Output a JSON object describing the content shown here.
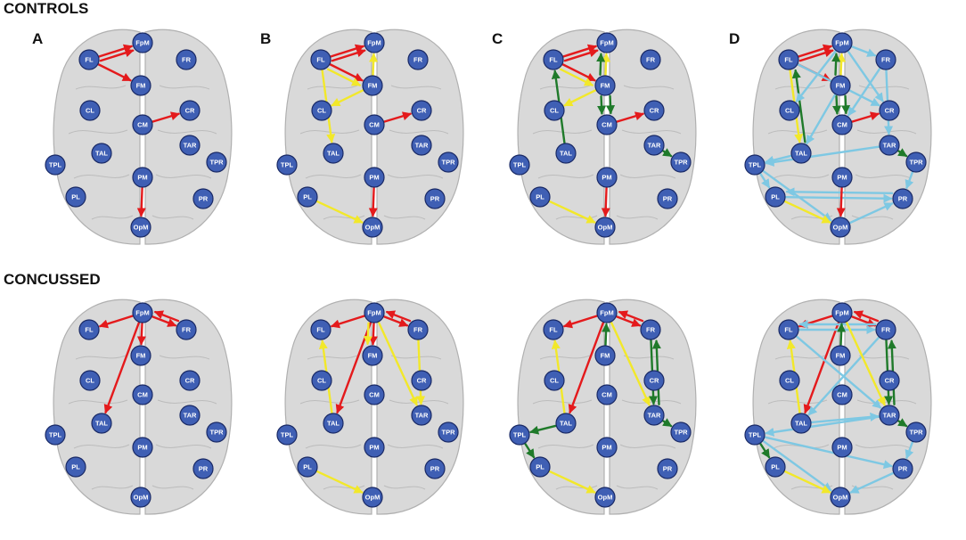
{
  "rows": [
    {
      "id": "controls",
      "title": "CONTROLS"
    },
    {
      "id": "concussed",
      "title": "CONCUSSED"
    }
  ],
  "panel_letters": [
    "A",
    "B",
    "C",
    "D"
  ],
  "colors": {
    "node_fill": "#3f5fb4",
    "node_stroke": "#1a2a66",
    "red": "#e41a1c",
    "yellow": "#f2e82a",
    "green": "#1f7a2a",
    "cyan": "#7ec8e3",
    "brain_fill": "#d9d9d9",
    "brain_stroke": "#b0b0b0"
  },
  "nodes": [
    {
      "id": "FpM",
      "label": "FpM"
    },
    {
      "id": "FL",
      "label": "FL"
    },
    {
      "id": "FR",
      "label": "FR"
    },
    {
      "id": "FM",
      "label": "FM"
    },
    {
      "id": "CL",
      "label": "CL"
    },
    {
      "id": "CM",
      "label": "CM"
    },
    {
      "id": "CR",
      "label": "CR"
    },
    {
      "id": "TAL",
      "label": "TAL"
    },
    {
      "id": "TAR",
      "label": "TAR"
    },
    {
      "id": "TPL",
      "label": "TPL"
    },
    {
      "id": "TPR",
      "label": "TPR"
    },
    {
      "id": "PM",
      "label": "PM"
    },
    {
      "id": "PL",
      "label": "PL"
    },
    {
      "id": "PR",
      "label": "PR"
    },
    {
      "id": "OpM",
      "label": "OpM"
    }
  ],
  "panels": [
    {
      "row": "controls",
      "letter": "A",
      "edges": [
        {
          "from": "FL",
          "to": "FpM",
          "color": "red"
        },
        {
          "from": "FL",
          "to": "FpM",
          "color": "red",
          "offset": 5
        },
        {
          "from": "FL",
          "to": "FM",
          "color": "red"
        },
        {
          "from": "CM",
          "to": "CR",
          "color": "red"
        },
        {
          "from": "PM",
          "to": "OpM",
          "color": "red"
        }
      ]
    },
    {
      "row": "controls",
      "letter": "B",
      "edges": [
        {
          "from": "FL",
          "to": "FpM",
          "color": "red"
        },
        {
          "from": "FL",
          "to": "FpM",
          "color": "red",
          "offset": 5
        },
        {
          "from": "FL",
          "to": "FM",
          "color": "red"
        },
        {
          "from": "FM",
          "to": "FpM",
          "color": "yellow"
        },
        {
          "from": "FL",
          "to": "FM",
          "color": "yellow",
          "offset": 6
        },
        {
          "from": "FL",
          "to": "TAL",
          "color": "yellow"
        },
        {
          "from": "FM",
          "to": "CL",
          "color": "yellow"
        },
        {
          "from": "CM",
          "to": "CR",
          "color": "red"
        },
        {
          "from": "PM",
          "to": "OpM",
          "color": "red"
        },
        {
          "from": "PL",
          "to": "OpM",
          "color": "yellow"
        }
      ]
    },
    {
      "row": "controls",
      "letter": "C",
      "edges": [
        {
          "from": "FL",
          "to": "FpM",
          "color": "red"
        },
        {
          "from": "FL",
          "to": "FpM",
          "color": "red",
          "offset": 5
        },
        {
          "from": "FL",
          "to": "FM",
          "color": "red"
        },
        {
          "from": "FM",
          "to": "FpM",
          "color": "yellow"
        },
        {
          "from": "FM",
          "to": "FpM",
          "color": "green",
          "offset": -6
        },
        {
          "from": "FL",
          "to": "FM",
          "color": "yellow",
          "offset": 6
        },
        {
          "from": "FM",
          "to": "CL",
          "color": "yellow"
        },
        {
          "from": "TAL",
          "to": "FL",
          "color": "green"
        },
        {
          "from": "FM",
          "to": "CM",
          "color": "green",
          "offset": -5
        },
        {
          "from": "FM",
          "to": "CM",
          "color": "green",
          "offset": 5
        },
        {
          "from": "CM",
          "to": "CR",
          "color": "red"
        },
        {
          "from": "TAR",
          "to": "TPR",
          "color": "green"
        },
        {
          "from": "PM",
          "to": "OpM",
          "color": "red"
        },
        {
          "from": "PL",
          "to": "OpM",
          "color": "yellow"
        }
      ]
    },
    {
      "row": "controls",
      "letter": "D",
      "edges": [
        {
          "from": "FL",
          "to": "FpM",
          "color": "red"
        },
        {
          "from": "FL",
          "to": "FpM",
          "color": "red",
          "offset": 5
        },
        {
          "from": "FL",
          "to": "FM",
          "color": "red"
        },
        {
          "from": "FpM",
          "to": "FR",
          "color": "cyan"
        },
        {
          "from": "FM",
          "to": "FpM",
          "color": "yellow"
        },
        {
          "from": "FM",
          "to": "FpM",
          "color": "green",
          "offset": -6
        },
        {
          "from": "FL",
          "to": "TAL",
          "color": "yellow"
        },
        {
          "from": "TAL",
          "to": "FL",
          "color": "green",
          "offset": 6
        },
        {
          "from": "FR",
          "to": "CM",
          "color": "cyan"
        },
        {
          "from": "FR",
          "to": "TAR",
          "color": "cyan"
        },
        {
          "from": "FpM",
          "to": "CR",
          "color": "cyan"
        },
        {
          "from": "FL",
          "to": "CR",
          "color": "cyan"
        },
        {
          "from": "FM",
          "to": "TAL",
          "color": "cyan"
        },
        {
          "from": "FpM",
          "to": "CL",
          "color": "cyan"
        },
        {
          "from": "CM",
          "to": "CR",
          "color": "red"
        },
        {
          "from": "FM",
          "to": "CM",
          "color": "green",
          "offset": -5
        },
        {
          "from": "FM",
          "to": "CM",
          "color": "green",
          "offset": 5
        },
        {
          "from": "TAR",
          "to": "TPR",
          "color": "green"
        },
        {
          "from": "TAR",
          "to": "TPL",
          "color": "cyan"
        },
        {
          "from": "TAL",
          "to": "TPL",
          "color": "cyan"
        },
        {
          "from": "TPL",
          "to": "PL",
          "color": "cyan"
        },
        {
          "from": "PL",
          "to": "PR",
          "color": "cyan"
        },
        {
          "from": "TPR",
          "to": "PR",
          "color": "cyan"
        },
        {
          "from": "PR",
          "to": "PL",
          "color": "cyan",
          "offset": 6
        },
        {
          "from": "OpM",
          "to": "PR",
          "color": "cyan"
        },
        {
          "from": "TPL",
          "to": "OpM",
          "color": "cyan"
        },
        {
          "from": "PM",
          "to": "OpM",
          "color": "red"
        },
        {
          "from": "PL",
          "to": "OpM",
          "color": "yellow"
        }
      ]
    },
    {
      "row": "concussed",
      "letter": "A",
      "edges": [
        {
          "from": "FpM",
          "to": "FL",
          "color": "red"
        },
        {
          "from": "FpM",
          "to": "FR",
          "color": "red"
        },
        {
          "from": "FR",
          "to": "FpM",
          "color": "red",
          "offset": 6
        },
        {
          "from": "FpM",
          "to": "FM",
          "color": "red"
        },
        {
          "from": "FpM",
          "to": "TAL",
          "color": "red"
        }
      ]
    },
    {
      "row": "concussed",
      "letter": "B",
      "edges": [
        {
          "from": "FpM",
          "to": "FL",
          "color": "red"
        },
        {
          "from": "FpM",
          "to": "FR",
          "color": "red"
        },
        {
          "from": "FR",
          "to": "FpM",
          "color": "red",
          "offset": 6
        },
        {
          "from": "FpM",
          "to": "FM",
          "color": "red"
        },
        {
          "from": "FpM",
          "to": "TAL",
          "color": "red"
        },
        {
          "from": "FpM",
          "to": "FM",
          "color": "yellow",
          "offset": 6
        },
        {
          "from": "TAL",
          "to": "FL",
          "color": "yellow"
        },
        {
          "from": "FpM",
          "to": "TAR",
          "color": "yellow"
        },
        {
          "from": "FR",
          "to": "TAR",
          "color": "yellow"
        },
        {
          "from": "PL",
          "to": "OpM",
          "color": "yellow"
        }
      ]
    },
    {
      "row": "concussed",
      "letter": "C",
      "edges": [
        {
          "from": "FpM",
          "to": "FL",
          "color": "red"
        },
        {
          "from": "FpM",
          "to": "FR",
          "color": "red"
        },
        {
          "from": "FR",
          "to": "FpM",
          "color": "red",
          "offset": 6
        },
        {
          "from": "FpM",
          "to": "TAL",
          "color": "red"
        },
        {
          "from": "TAL",
          "to": "FL",
          "color": "yellow"
        },
        {
          "from": "FpM",
          "to": "TAR",
          "color": "yellow"
        },
        {
          "from": "FR",
          "to": "TAR",
          "color": "green"
        },
        {
          "from": "TAR",
          "to": "FR",
          "color": "green",
          "offset": 6
        },
        {
          "from": "FM",
          "to": "FpM",
          "color": "green"
        },
        {
          "from": "TAL",
          "to": "TPL",
          "color": "green"
        },
        {
          "from": "TPL",
          "to": "PL",
          "color": "green"
        },
        {
          "from": "TAR",
          "to": "TPR",
          "color": "green"
        },
        {
          "from": "PL",
          "to": "OpM",
          "color": "yellow"
        }
      ]
    },
    {
      "row": "concussed",
      "letter": "D",
      "edges": [
        {
          "from": "FpM",
          "to": "FL",
          "color": "red"
        },
        {
          "from": "FpM",
          "to": "FR",
          "color": "red"
        },
        {
          "from": "FR",
          "to": "FpM",
          "color": "red",
          "offset": 6
        },
        {
          "from": "FpM",
          "to": "TAL",
          "color": "red"
        },
        {
          "from": "FL",
          "to": "FR",
          "color": "cyan"
        },
        {
          "from": "FR",
          "to": "FL",
          "color": "cyan",
          "offset": 6
        },
        {
          "from": "FL",
          "to": "TAR",
          "color": "cyan"
        },
        {
          "from": "FR",
          "to": "TAL",
          "color": "cyan"
        },
        {
          "from": "TAL",
          "to": "FL",
          "color": "yellow"
        },
        {
          "from": "FpM",
          "to": "TAR",
          "color": "yellow"
        },
        {
          "from": "FR",
          "to": "TAR",
          "color": "green"
        },
        {
          "from": "TAR",
          "to": "FR",
          "color": "green",
          "offset": 6
        },
        {
          "from": "FM",
          "to": "FpM",
          "color": "green"
        },
        {
          "from": "TAL",
          "to": "TAR",
          "color": "cyan"
        },
        {
          "from": "TAR",
          "to": "TPR",
          "color": "green"
        },
        {
          "from": "TAR",
          "to": "TPL",
          "color": "cyan"
        },
        {
          "from": "TPL",
          "to": "PL",
          "color": "green"
        },
        {
          "from": "TPL",
          "to": "PR",
          "color": "cyan"
        },
        {
          "from": "TPR",
          "to": "PR",
          "color": "cyan"
        },
        {
          "from": "PR",
          "to": "OpM",
          "color": "cyan"
        },
        {
          "from": "TPL",
          "to": "OpM",
          "color": "cyan"
        },
        {
          "from": "PL",
          "to": "OpM",
          "color": "yellow"
        }
      ]
    }
  ]
}
